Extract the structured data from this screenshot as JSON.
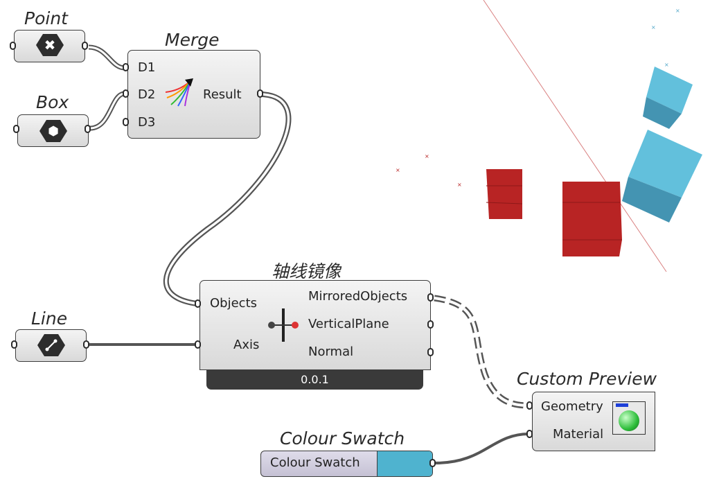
{
  "nodes": {
    "point": {
      "title": "Point"
    },
    "box": {
      "title": "Box"
    },
    "merge": {
      "title": "Merge",
      "inputs": [
        "D1",
        "D2",
        "D3"
      ],
      "output": "Result"
    },
    "mirror": {
      "title": "轴线镜像",
      "inputs": [
        "Objects",
        "Axis"
      ],
      "outputs": [
        "MirroredObjects",
        "VerticalPlane",
        "Normal"
      ],
      "version": "0.0.1"
    },
    "line": {
      "title": "Line"
    },
    "custom_preview": {
      "title": "Custom Preview",
      "inputs": [
        "Geometry",
        "Material"
      ]
    },
    "colour_swatch": {
      "title": "Colour Swatch",
      "label": "Colour Swatch",
      "color": "#4fb3cf"
    }
  },
  "icons": {
    "point": "x-hexagon-icon",
    "box": "cube-icon",
    "merge": "merge-fan-icon",
    "mirror": "mirror-axis-icon",
    "line": "line-segment-icon",
    "preview": "preview-sphere-icon"
  },
  "colors": {
    "mirrored_box": "#b82424",
    "source_box": "#5bbad8",
    "axis_line": "#d98080",
    "canvas": "#ffffff"
  }
}
